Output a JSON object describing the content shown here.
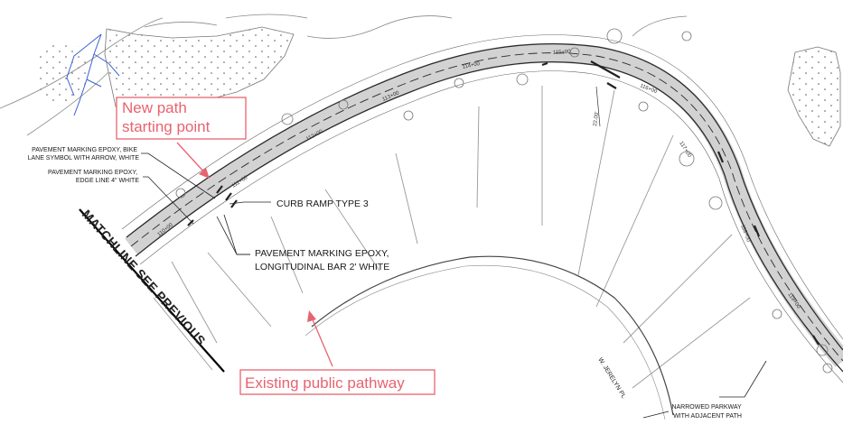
{
  "callouts": {
    "new_path": [
      "New path",
      "starting point"
    ],
    "existing_path": "Existing public pathway"
  },
  "notes": {
    "bike_symbol": [
      "PAVEMENT MARKING EPOXY, BIKE",
      "LANE SYMBOL WITH ARROW, WHITE"
    ],
    "edge_line": [
      "PAVEMENT MARKING EPOXY,",
      "EDGE LINE 4\" WHITE"
    ],
    "curb_ramp": "CURB RAMP TYPE 3",
    "long_bar": [
      "PAVEMENT MARKING EPOXY,",
      "LONGITUDINAL BAR 2' WHITE"
    ],
    "matchline": "MATCHLINE SEE PREVIOUS",
    "street": "W. JERELYN PL",
    "parkway": [
      "NARROWED PARKWAY",
      "WITH ADJACENT PATH"
    ],
    "width_dim": "22.00'"
  },
  "stations": [
    "110+00",
    "111+00",
    "112+00",
    "113+00",
    "114+00",
    "115+00",
    "116+00",
    "117+00",
    "118+00",
    "119+00"
  ],
  "colors": {
    "callout": "#e8636f",
    "pathway_fill": "#d2d2d2",
    "blue_line": "#3a5fd6",
    "linework": "#2b2b2b"
  }
}
